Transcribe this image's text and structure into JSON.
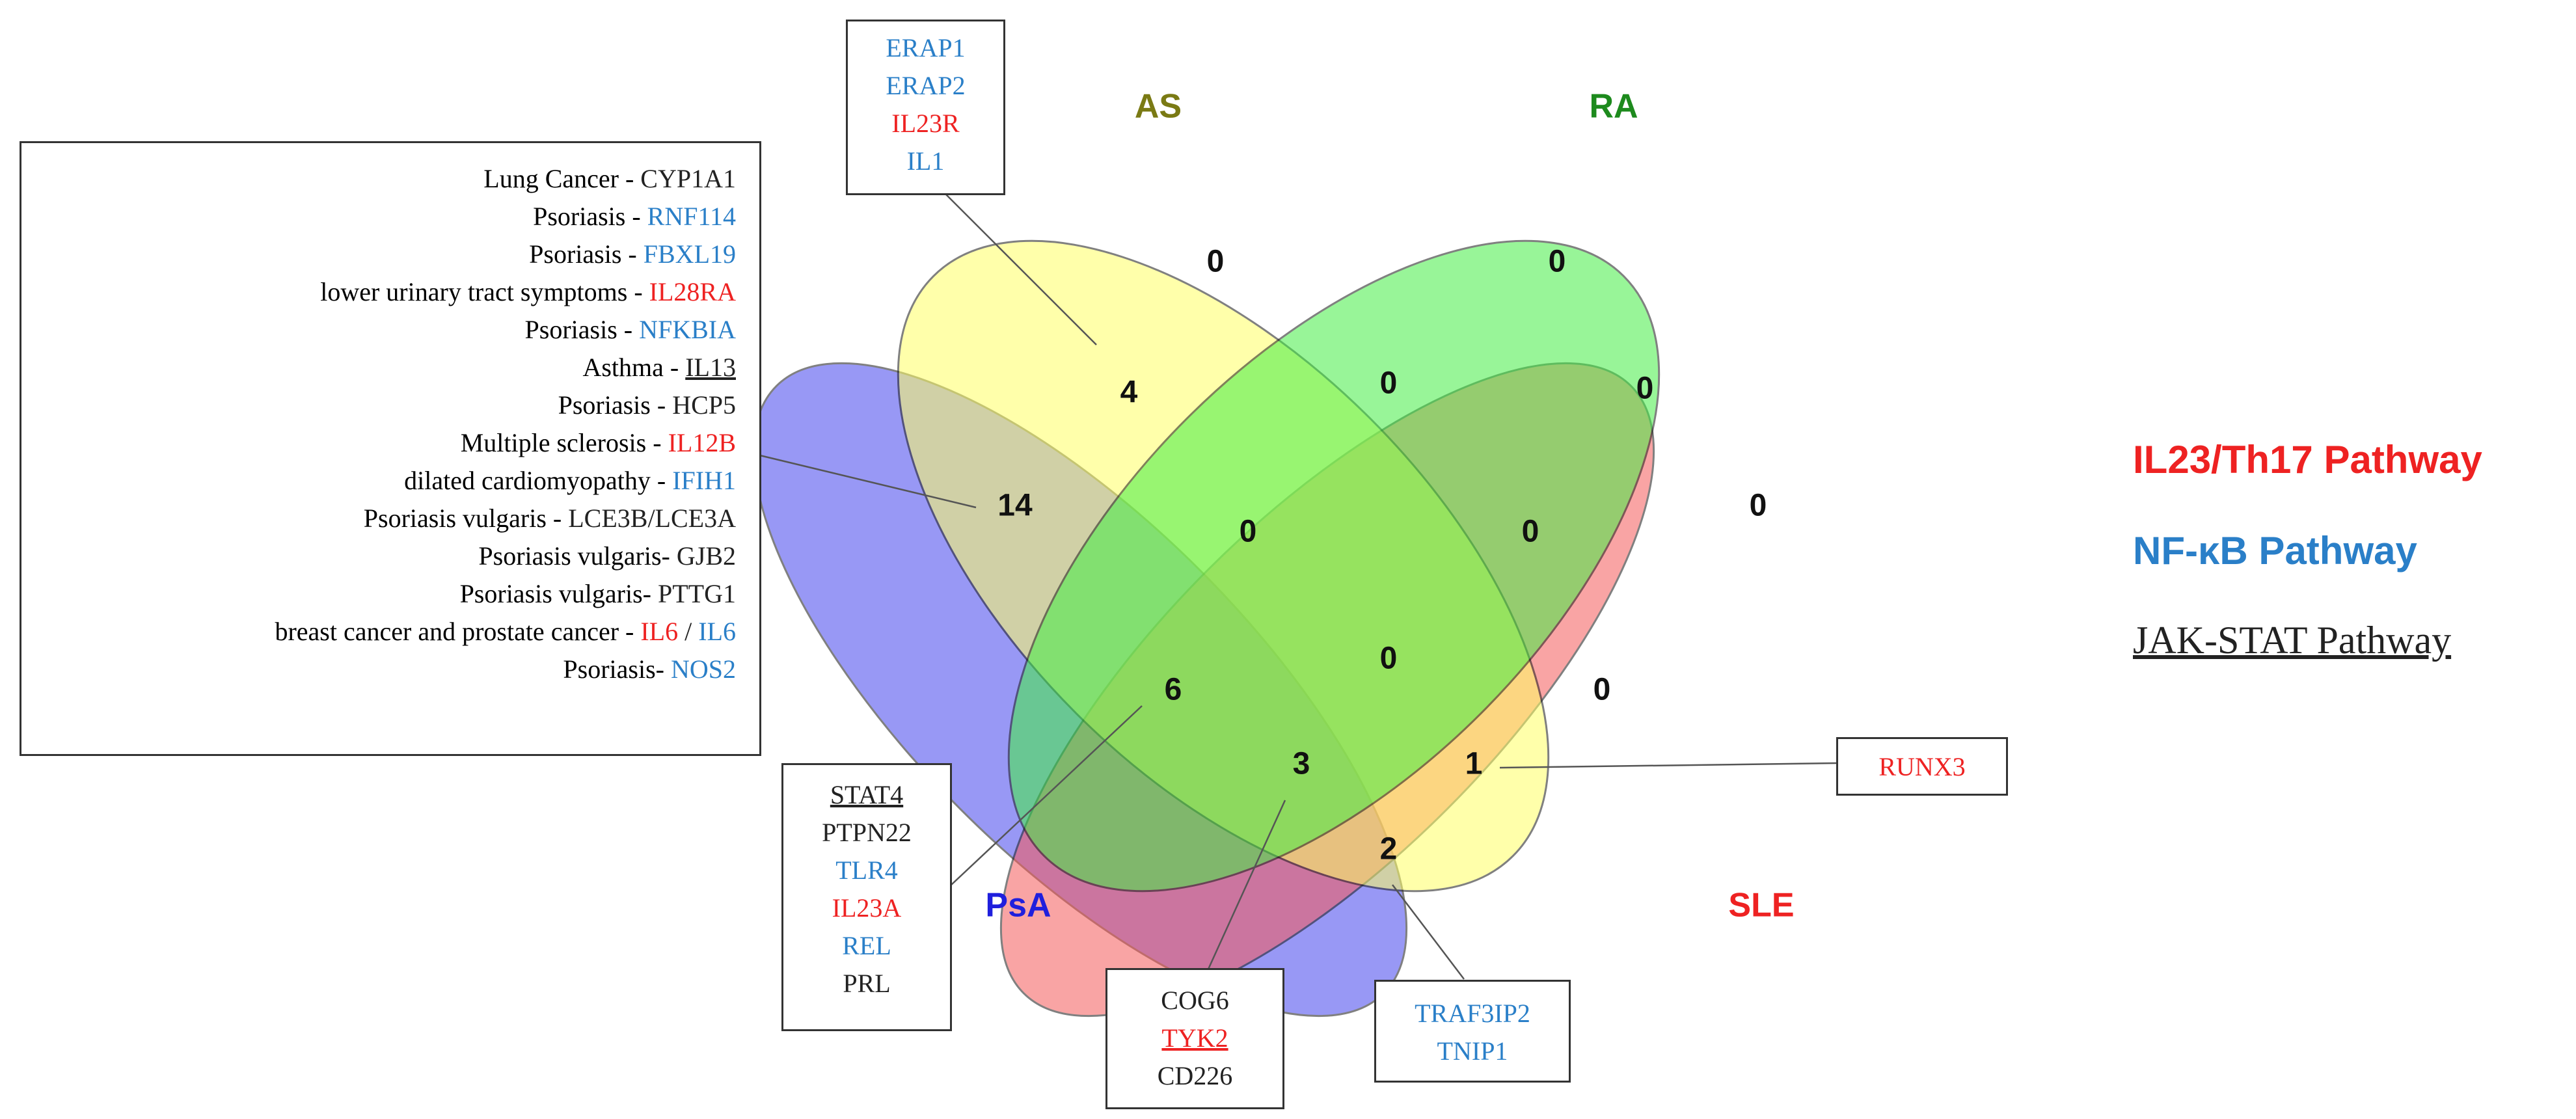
{
  "colors": {
    "red": "#ee2222",
    "blue": "#2a7fc8",
    "black": "#222222",
    "as": "#ffff66",
    "ra": "#44ee44",
    "psa": "#4444ee",
    "sle": "#f55a5a"
  },
  "sets": {
    "as": {
      "label": "AS",
      "color": "#7a7a14"
    },
    "ra": {
      "label": "RA",
      "color": "#1d8a1d"
    },
    "psa": {
      "label": "PsA",
      "color": "#1f1fdd"
    },
    "sle": {
      "label": "SLE",
      "color": "#ee2222"
    }
  },
  "counts": {
    "as_only": "0",
    "ra_only": "0",
    "psa_only": "14",
    "sle_only": "0",
    "as_psa": "4",
    "as_ra": "0",
    "ra_sle": "0",
    "as_ra_psa": "0",
    "as_ra_sle": "0",
    "all_four": "0",
    "psa_ra": "6",
    "as_sle": "0",
    "psa_ra_sle": "3",
    "as_psa_sle": "1",
    "psa_sle": "2"
  },
  "boxes": {
    "top": [
      {
        "text": "ERAP1",
        "color": "blue",
        "underline": false
      },
      {
        "text": "ERAP2",
        "color": "blue",
        "underline": false
      },
      {
        "text": "IL23R",
        "color": "red",
        "underline": false
      },
      {
        "text": "IL1",
        "color": "blue",
        "underline": false
      }
    ],
    "left": [
      {
        "disease": "Lung Cancer - ",
        "gene": "CYP1A1",
        "color": "black",
        "underline": false
      },
      {
        "disease": "Psoriasis - ",
        "gene": "RNF114",
        "color": "blue",
        "underline": false
      },
      {
        "disease": "Psoriasis - ",
        "gene": "FBXL19",
        "color": "blue",
        "underline": false
      },
      {
        "disease": "lower urinary tract symptoms - ",
        "gene": "IL28RA",
        "color": "red",
        "underline": false
      },
      {
        "disease": "Psoriasis - ",
        "gene": "NFKBIA",
        "color": "blue",
        "underline": false
      },
      {
        "disease": "Asthma - ",
        "gene": "IL13",
        "color": "black",
        "underline": true
      },
      {
        "disease": "Psoriasis - ",
        "gene": "HCP5",
        "color": "black",
        "underline": false
      },
      {
        "disease": "Multiple sclerosis - ",
        "gene": "IL12B",
        "color": "red",
        "underline": false
      },
      {
        "disease": "dilated cardiomyopathy - ",
        "gene": "IFIH1",
        "color": "blue",
        "underline": false
      },
      {
        "disease": "Psoriasis vulgaris - ",
        "gene": "LCE3B/LCE3A",
        "color": "black",
        "underline": false
      },
      {
        "disease": "Psoriasis vulgaris- ",
        "gene": "GJB2",
        "color": "black",
        "underline": false
      },
      {
        "disease": "Psoriasis vulgaris- ",
        "gene": "PTTG1",
        "color": "black",
        "underline": false
      },
      {
        "disease": "breast cancer and prostate cancer - ",
        "gene": "IL6",
        "color": "red",
        "underline": false,
        "sep": " / ",
        "gene2": "IL6",
        "color2": "blue"
      },
      {
        "disease": "Psoriasis- ",
        "gene": "NOS2",
        "color": "blue",
        "underline": false
      }
    ],
    "psa_ra": [
      {
        "text": "STAT4",
        "color": "black",
        "underline": true
      },
      {
        "text": "PTPN22",
        "color": "black",
        "underline": false
      },
      {
        "text": "TLR4",
        "color": "blue",
        "underline": false
      },
      {
        "text": "IL23A",
        "color": "red",
        "underline": false
      },
      {
        "text": "REL",
        "color": "blue",
        "underline": false
      },
      {
        "text": "PRL",
        "color": "black",
        "underline": false
      }
    ],
    "three": [
      {
        "text": "COG6",
        "color": "black",
        "underline": false
      },
      {
        "text": "TYK2",
        "color": "red",
        "underline": true
      },
      {
        "text": "CD226",
        "color": "black",
        "underline": false
      }
    ],
    "psa_sle": [
      {
        "text": "TRAF3IP2",
        "color": "blue",
        "underline": false
      },
      {
        "text": "TNIP1",
        "color": "blue",
        "underline": false
      }
    ],
    "one": [
      {
        "text": "RUNX3",
        "color": "red",
        "underline": false
      }
    ]
  },
  "legend": {
    "il23": {
      "label": "IL23/Th17 Pathway",
      "color": "#ee2222"
    },
    "nfkb": {
      "label": "NF-κB Pathway",
      "color": "#2a7fc8"
    },
    "jak": {
      "label": "JAK-STAT Pathway",
      "color": "#222222"
    }
  }
}
